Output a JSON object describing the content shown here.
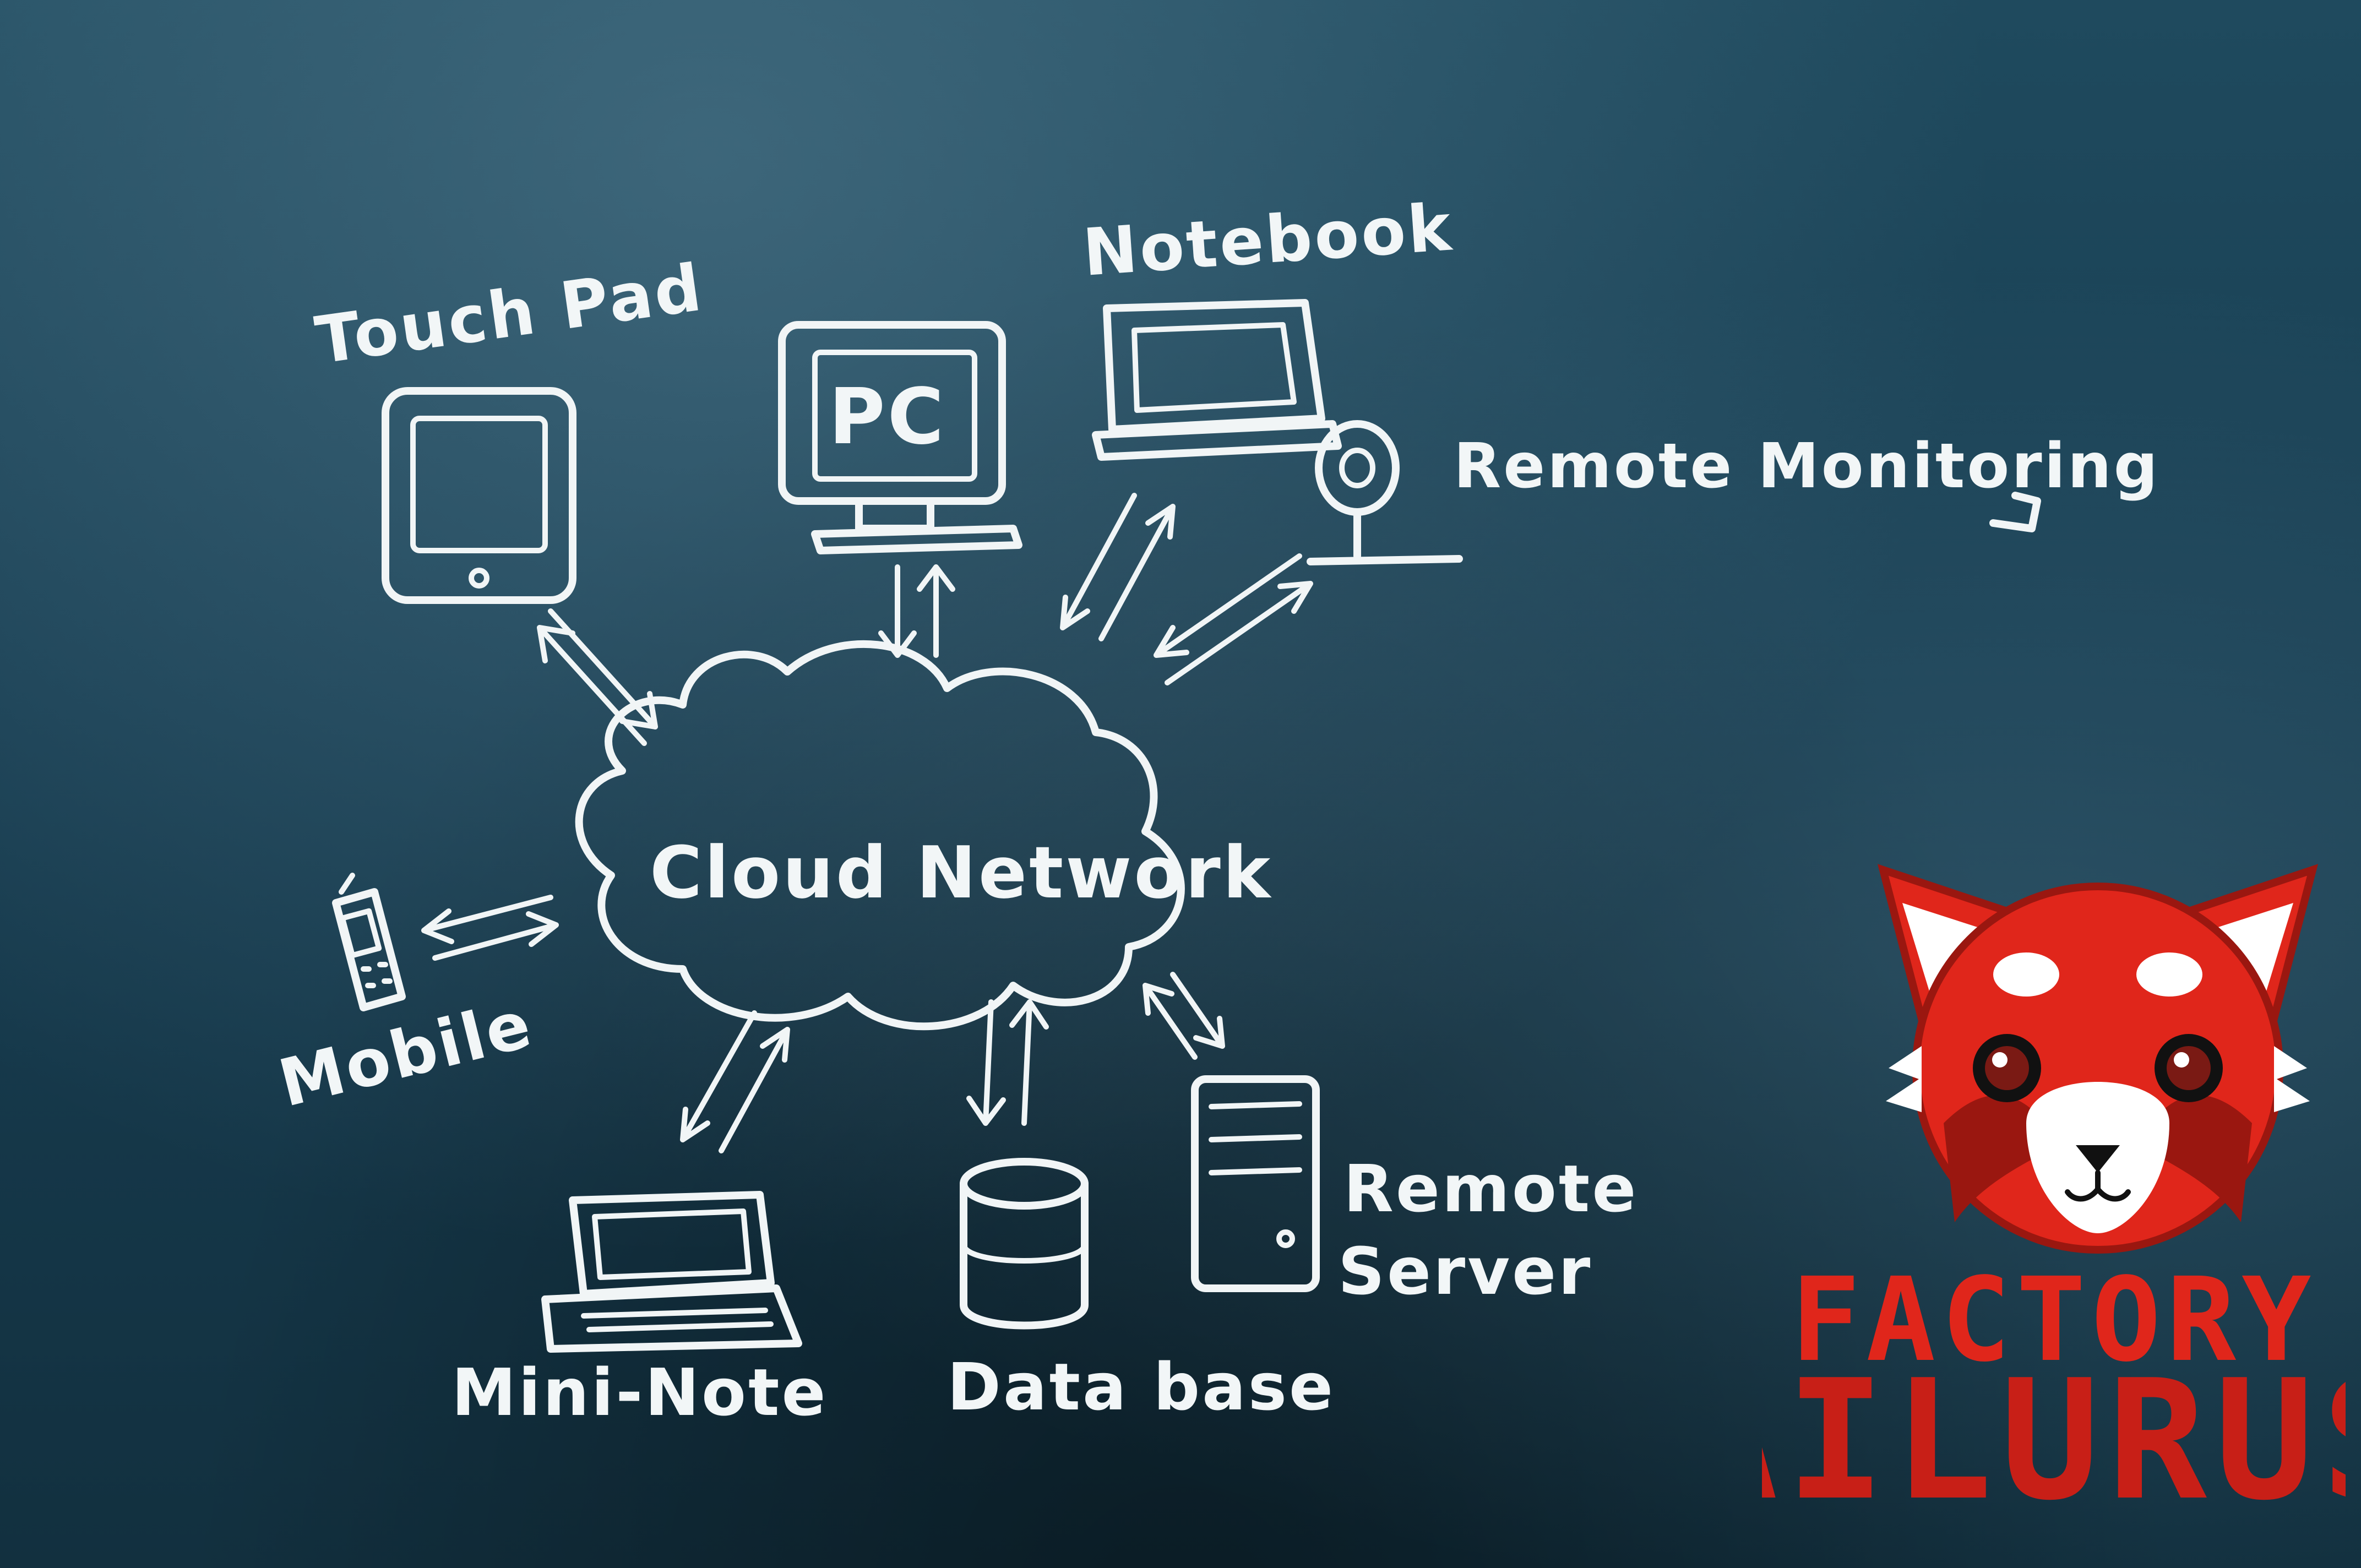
{
  "diagram": {
    "center": "Cloud Network",
    "nodes": {
      "touchpad": "Touch Pad",
      "pc": "PC",
      "notebook": "Notebook",
      "remote_monitoring": "Remote Monitoring",
      "mobile": "Mobile",
      "mini_note": "Mini-Note",
      "database": "Data base",
      "remote_server_line1": "Remote",
      "remote_server_line2": "Server"
    }
  },
  "brand": {
    "line1": "FACTORY",
    "line2": "AILURUS",
    "logo_colors": {
      "red": "#e0261b",
      "dark_red": "#9a1710",
      "white": "#ffffff",
      "black": "#111111"
    }
  }
}
